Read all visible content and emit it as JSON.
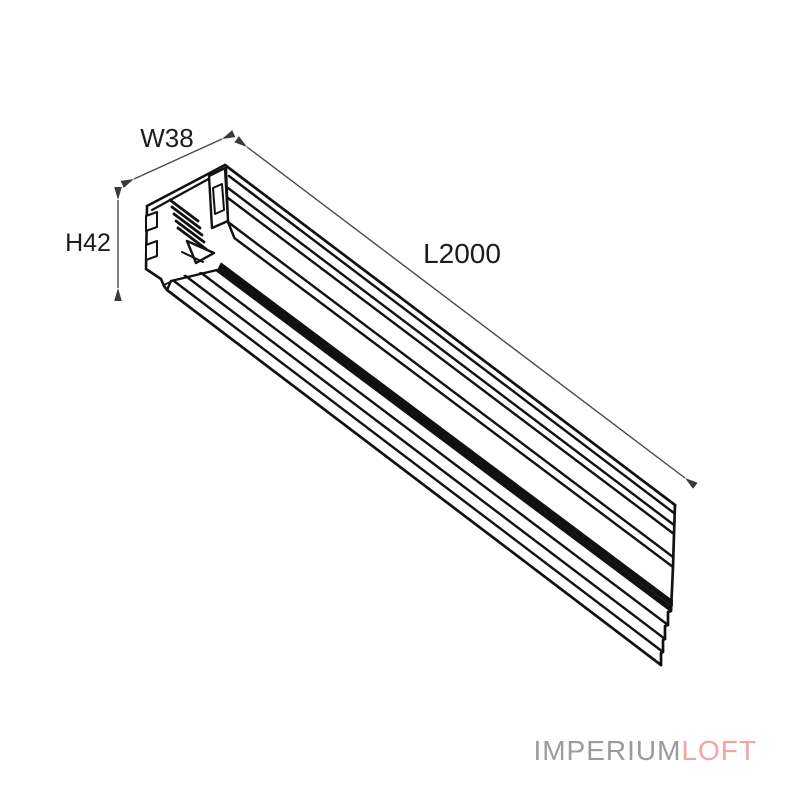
{
  "diagram": {
    "labels": {
      "width": "W38",
      "height": "H42",
      "length": "L2000"
    }
  },
  "watermark": {
    "text_primary": "IMPERIUM",
    "text_secondary": "LOFT",
    "color_primary": "#9b9b9f",
    "color_secondary": "#f2a3a3"
  },
  "colors": {
    "background": "#ffffff",
    "drawing_line": "#111111",
    "dimension_line": "#4a4a4a",
    "dimension_arrow": "#3a3a3a",
    "label_text": "#1c1c1c"
  }
}
